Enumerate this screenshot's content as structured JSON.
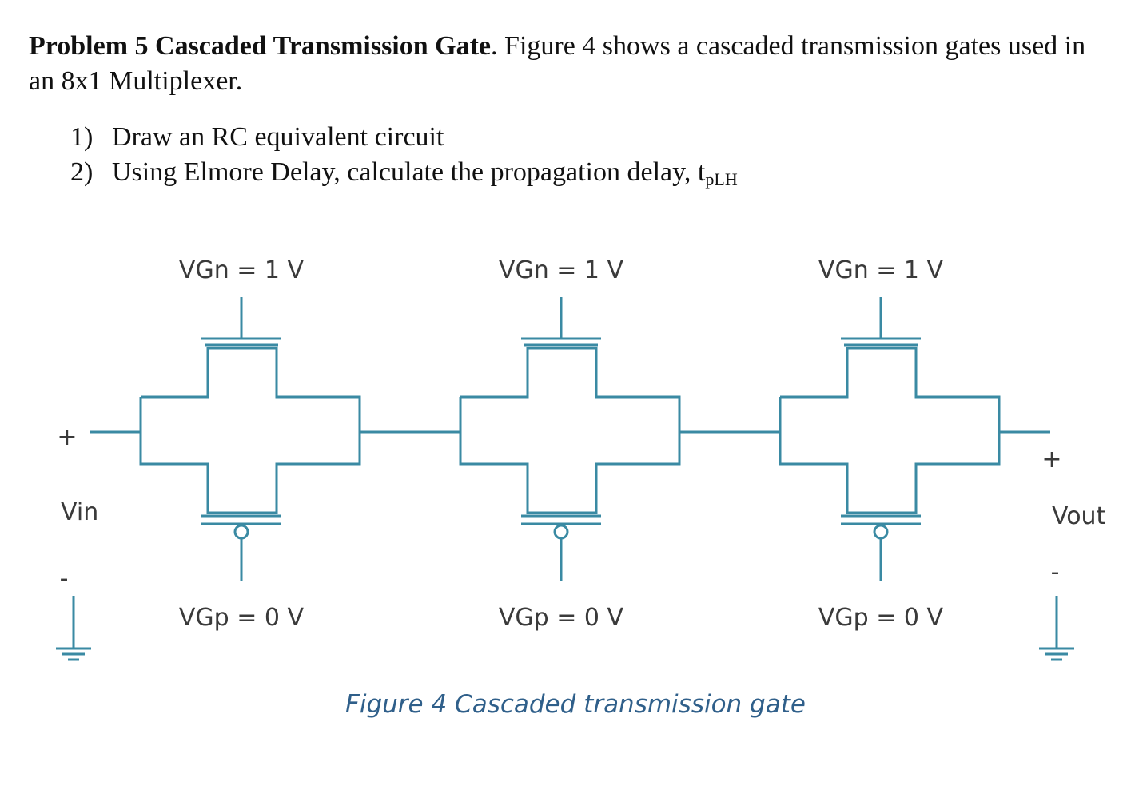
{
  "problem": {
    "heading": "Problem 5 Cascaded Transmission Gate",
    "text": ". Figure 4 shows a cascaded transmission gates used in an 8x1 Multiplexer."
  },
  "tasks": [
    {
      "number": "1)",
      "text": "Draw an RC equivalent circuit",
      "subscript": ""
    },
    {
      "number": "2)",
      "text": "Using Elmore Delay, calculate the propagation delay, t",
      "subscript": "pLH"
    }
  ],
  "figure": {
    "caption": "Figure 4  Cascaded transmission gate",
    "wire_color": "#3a8aa3",
    "gates": [
      {
        "vgn": "VGn = 1 V",
        "vgp": "VGp = 0 V"
      },
      {
        "vgn": "VGn = 1 V",
        "vgp": "VGp = 0 V"
      },
      {
        "vgn": "VGn = 1 V",
        "vgp": "VGp = 0 V"
      }
    ],
    "input": {
      "label": "Vin",
      "plus": "+",
      "minus": "-"
    },
    "output": {
      "label": "Vout",
      "plus": "+",
      "minus": "-"
    }
  }
}
